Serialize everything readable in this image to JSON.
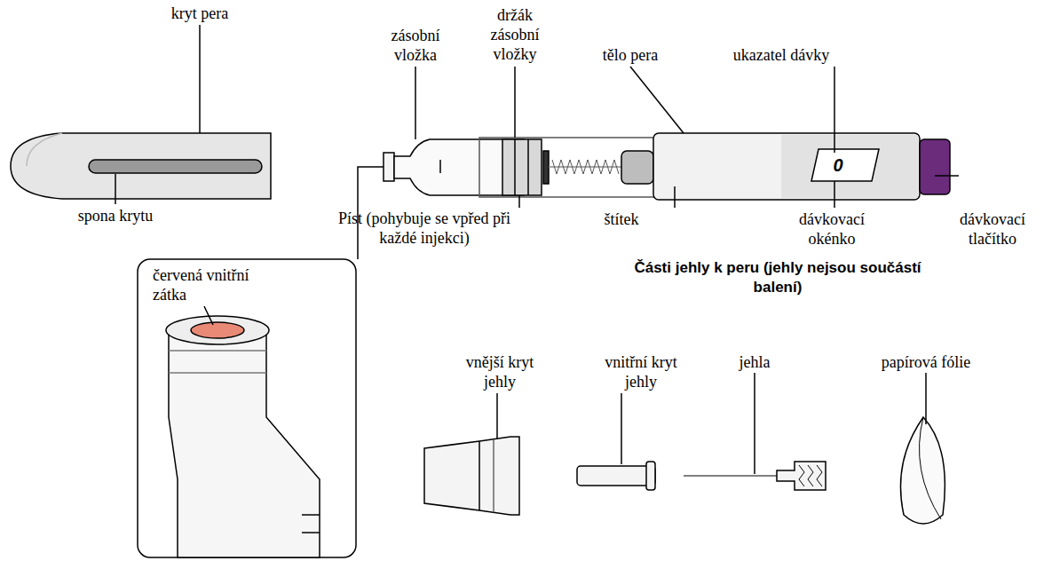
{
  "diagram": {
    "labels": [
      "kryt pera",
      "spona krytu",
      "zásobní vložka",
      "držák zásobní vložky",
      "tělo pera",
      "ukazatel dávky",
      "0",
      "Píst (pohybuje se vpřed při každé injekci)",
      "štítek",
      "dávkovací okénko",
      "dávkovací tlačítko",
      "červená vnitřní zátka",
      "Části jehly k peru (jehly nejsou součástí balení)",
      "vnější kryt jehly",
      "vnitřní kryt jehly",
      "jehla",
      "papírová fólie"
    ]
  }
}
